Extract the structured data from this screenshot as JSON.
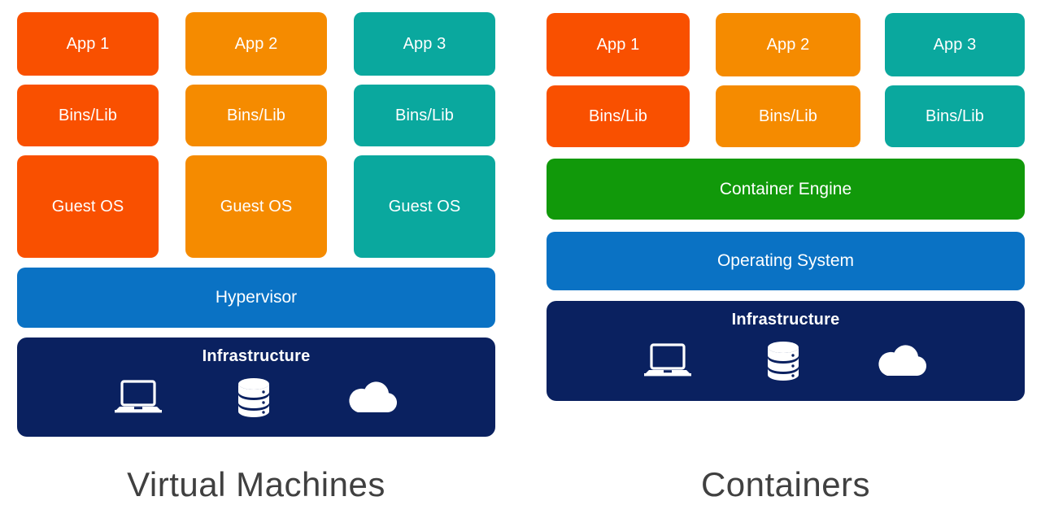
{
  "theme": {
    "background": "#ffffff",
    "red_orange": "#f95000",
    "amber": "#f58b00",
    "teal": "#0aa89e",
    "blue": "#0a72c4",
    "navy": "#0a2160",
    "green": "#11990a",
    "title_text": "#404040",
    "box_text": "#ffffff"
  },
  "left_panel": {
    "title": "Virtual Machines",
    "columns": [
      {
        "app_label": "App 1",
        "bins_label": "Bins/Lib",
        "os_label": "Guest OS",
        "color": "#f95000"
      },
      {
        "app_label": "App 2",
        "bins_label": "Bins/Lib",
        "os_label": "Guest OS",
        "color": "#f58b00"
      },
      {
        "app_label": "App 3",
        "bins_label": "Bins/Lib",
        "os_label": "Guest OS",
        "color": "#0aa89e"
      }
    ],
    "bands": [
      {
        "label": "Hypervisor",
        "color": "#0a72c4"
      }
    ],
    "infrastructure": {
      "label": "Infrastructure",
      "color": "#0a2160",
      "icons": [
        "laptop-icon",
        "database-icon",
        "cloud-icon"
      ]
    }
  },
  "right_panel": {
    "title": "Containers",
    "columns": [
      {
        "app_label": "App 1",
        "bins_label": "Bins/Lib",
        "color": "#f95000"
      },
      {
        "app_label": "App 2",
        "bins_label": "Bins/Lib",
        "color": "#f58b00"
      },
      {
        "app_label": "App 3",
        "bins_label": "Bins/Lib",
        "color": "#0aa89e"
      }
    ],
    "bands": [
      {
        "label": "Container Engine",
        "color": "#11990a"
      },
      {
        "label": "Operating System",
        "color": "#0a72c4"
      }
    ],
    "infrastructure": {
      "label": "Infrastructure",
      "color": "#0a2160",
      "icons": [
        "laptop-icon",
        "database-icon",
        "cloud-icon"
      ]
    }
  }
}
